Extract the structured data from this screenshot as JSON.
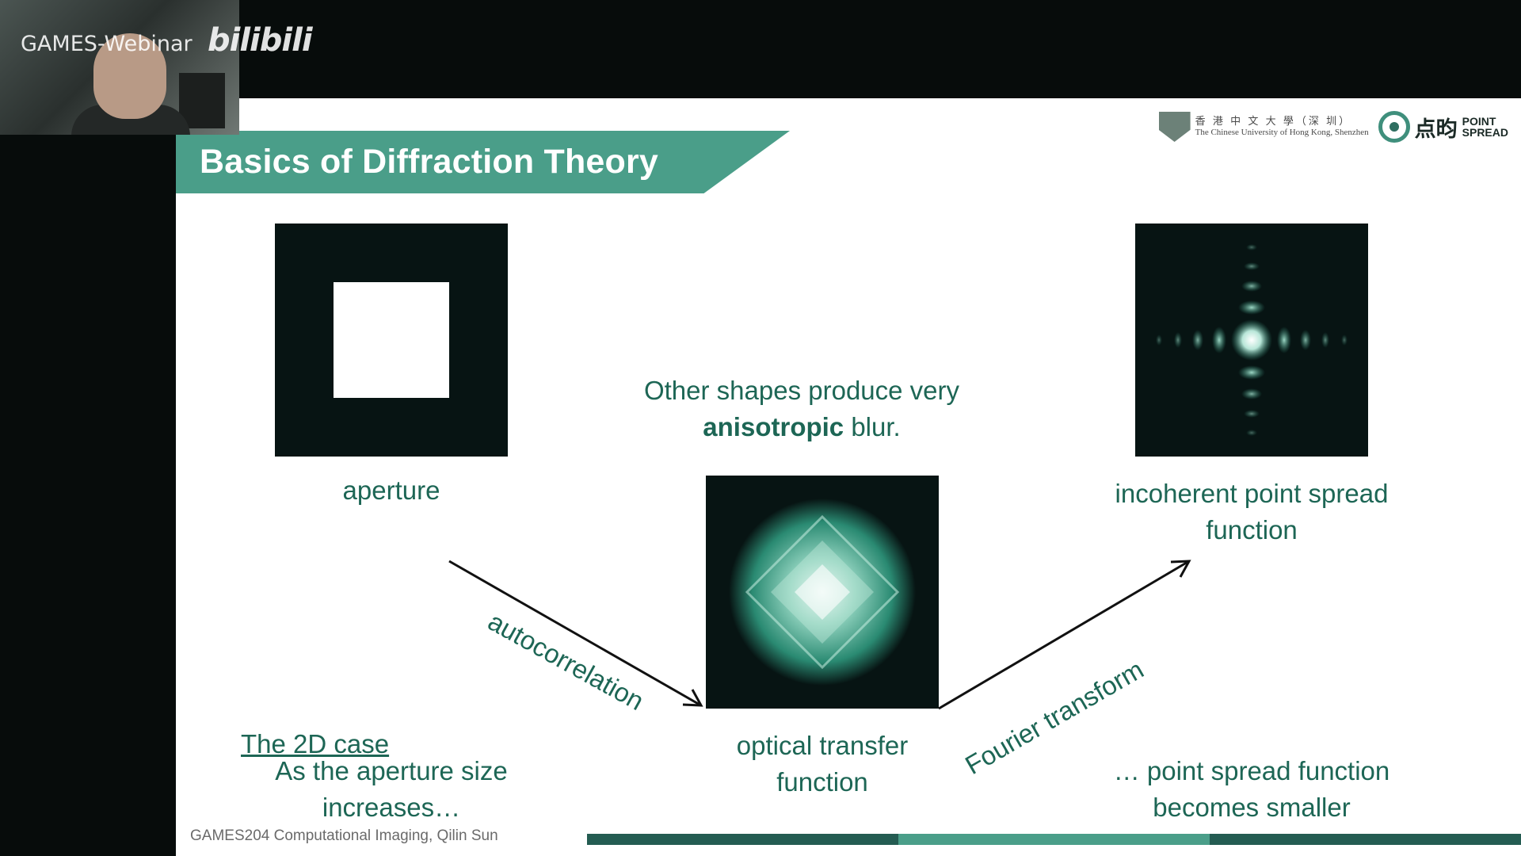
{
  "video_overlay": {
    "channel_label": "GAMES-Webinar",
    "platform_logo": "bilibili"
  },
  "logos": {
    "university_cn": "香 港 中 文 大 學（深 圳）",
    "university_en": "The Chinese University of Hong Kong, Shenzhen",
    "lab_cn": "点昀",
    "lab_en_1": "POINT",
    "lab_en_2": "SPREAD"
  },
  "slide": {
    "title": "Basics of Diffraction Theory",
    "note_line1": "Other shapes produce very",
    "note_bold": "anisotropic",
    "note_tail": " blur.",
    "aperture_caption": "aperture",
    "autocorrelation_label": "autocorrelation",
    "otf_caption_line1": "optical transfer",
    "otf_caption_line2": "function",
    "fourier_label": "Fourier transform",
    "psf_caption_line1": "incoherent point spread",
    "psf_caption_line2": "function",
    "left_note_line1": "As the aperture size",
    "left_note_line2": "increases…",
    "right_note_line1": "… point spread function",
    "right_note_line2": "becomes smaller",
    "link_2d": "The 2D case",
    "footer": "GAMES204 Computational Imaging, Qilin Sun"
  },
  "colors": {
    "accent_teal": "#4a9e89",
    "text_teal": "#1d6655",
    "dark_band": "#070c0b",
    "footer_bar_dark": "#245c52",
    "footer_bar_light": "#4a9e89"
  }
}
